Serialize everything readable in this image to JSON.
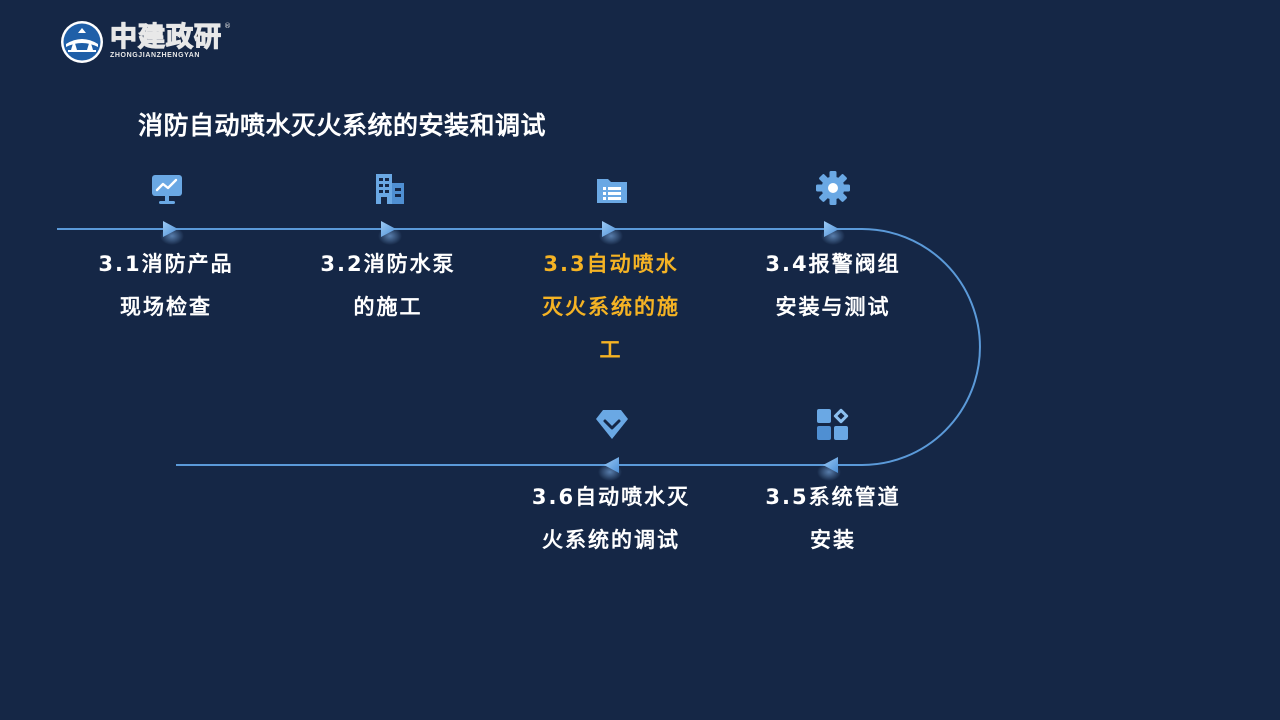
{
  "brand": {
    "name_cn": "中建政研",
    "name_en": "ZHONGJIANZHENGYAN",
    "registered_mark": "®"
  },
  "page": {
    "title": "消防自动喷水灭火系统的安装和调试"
  },
  "colors": {
    "background": "#152746",
    "track": "#5b9ad9",
    "icon": "#6aa8e4",
    "text": "#ffffff",
    "active_text": "#f5b324"
  },
  "steps": [
    {
      "id": "3.1",
      "lines": [
        "3.1消防产品",
        "现场检查"
      ],
      "icon": "monitor-chart-icon",
      "active": false
    },
    {
      "id": "3.2",
      "lines": [
        "3.2消防水泵",
        "的施工"
      ],
      "icon": "building-icon",
      "active": false
    },
    {
      "id": "3.3",
      "lines": [
        "3.3自动喷水",
        "灭火系统的施",
        "工"
      ],
      "icon": "folder-list-icon",
      "active": true
    },
    {
      "id": "3.4",
      "lines": [
        "3.4报警阀组",
        "安装与测试"
      ],
      "icon": "gear-icon",
      "active": false
    },
    {
      "id": "3.5",
      "lines": [
        "3.5系统管道",
        "安装"
      ],
      "icon": "grid-apps-icon",
      "active": false
    },
    {
      "id": "3.6",
      "lines": [
        "3.6自动喷水灭",
        "火系统的调试"
      ],
      "icon": "diamond-chevron-icon",
      "active": false
    }
  ]
}
